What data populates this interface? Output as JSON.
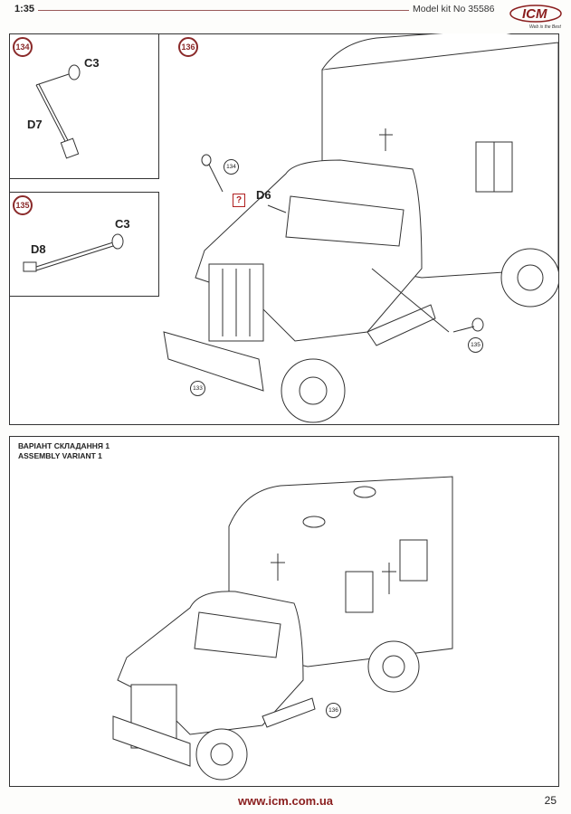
{
  "header": {
    "scale": "1:35",
    "kit": "Model kit No 35586",
    "logo": "ICM",
    "logo_tagline": "Web is the Best"
  },
  "steps": {
    "s134": {
      "number": "134",
      "parts": [
        "C3",
        "D7"
      ]
    },
    "s135": {
      "number": "135",
      "parts": [
        "C3",
        "D8"
      ]
    },
    "s136": {
      "number": "136",
      "part": "D6",
      "question_mark": "?",
      "callouts": [
        "134",
        "135",
        "133"
      ]
    }
  },
  "variant": {
    "title_ua": "ВАРІАНТ СКЛАДАННЯ 1",
    "title_en": "ASSEMBLY VARIANT 1",
    "callout": "136"
  },
  "footer": {
    "url": "www.icm.com.ua",
    "page": "25"
  }
}
